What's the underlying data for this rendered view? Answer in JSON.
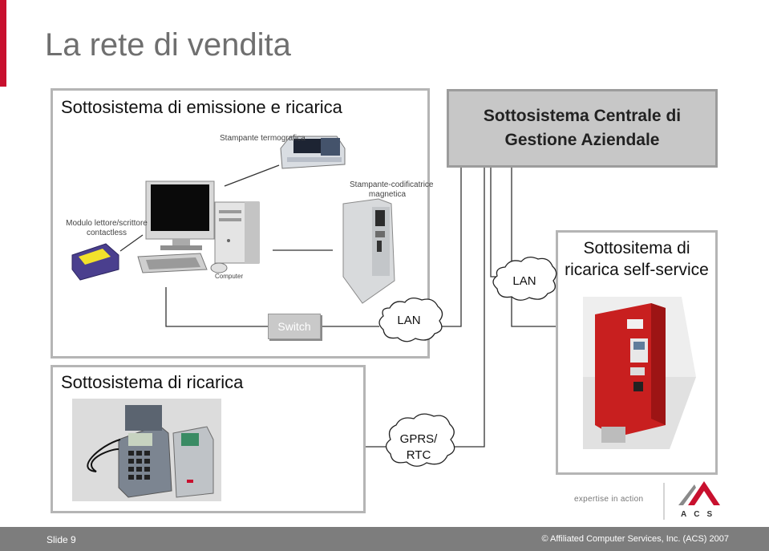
{
  "slide": {
    "title": "La rete di vendita",
    "accent_color": "#c8102e"
  },
  "emission_panel": {
    "title": "Sottosistema di emissione e ricarica",
    "thermal_printer_label": "Stampante termografica",
    "magnetic_encoder_label_line1": "Stampante-codificatrice",
    "magnetic_encoder_label_line2": "magnetica",
    "contactless_label_line1": "Modulo lettore/scrittore",
    "contactless_label_line2": "contactless",
    "computer_label": "Computer"
  },
  "central": {
    "title_line1": "Sottosistema Centrale di",
    "title_line2": "Gestione Aziendale"
  },
  "network": {
    "switch_label": "Switch",
    "lan_center_label": "LAN",
    "lan_right_label": "LAN",
    "gprs_line1": "GPRS/",
    "gprs_line2": "RTC"
  },
  "self_service": {
    "title_line1": "Sottositema di",
    "title_line2": "ricarica self-service"
  },
  "recharge_panel": {
    "title": "Sottosistema di ricarica"
  },
  "branding": {
    "tagline": "expertise in action",
    "logo_letters": "ACS",
    "logo_color": "#c8102e"
  },
  "footer": {
    "slide_number": "Slide 9",
    "copyright": "© Affiliated Computer Services, Inc. (ACS) 2007"
  }
}
